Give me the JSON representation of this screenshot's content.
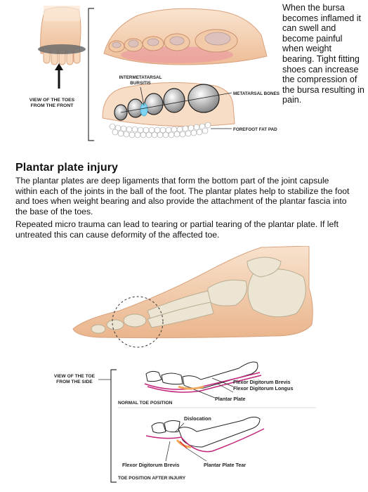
{
  "top_figure": {
    "view_label_line1": "VIEW OF THE TOES",
    "view_label_line2": "FROM THE FRONT",
    "intermetatarsal_line1": "INTERMETATARSAL",
    "intermetatarsal_line2": "BURSITIS",
    "metatarsal_bones": "METATARSAL BONES",
    "forefoot_fat_pad": "FOREFOOT FAT PAD"
  },
  "bursa_text": "When the bursa becomes inflamed it can swell and become painful when weight bearing. Tight fitting shoes can increase the compression of the bursa resulting in pain.",
  "section": {
    "title": "Plantar plate injury",
    "paragraph1": "The plantar plates are deep ligaments that form the bottom part of the joint capsule within each of the joints in the ball of the foot. The plantar plates help to stabilize the foot and toes when weight bearing and also provide the attachment of the plantar fascia into the base of the toes.",
    "paragraph2": "Repeated micro trauma can lead to tearing or partial tearing of the plantar plate. If left untreated this can cause deformity of the affected toe."
  },
  "bottom_figure": {
    "view_side_line1": "VIEW OF THE TOE",
    "view_side_line2": "FROM THE SIDE",
    "flexor_brevis": "Flexor Digitorum Brevis",
    "flexor_longus": "Flexor Digitorum Longus",
    "plantar_plate": "Plantar Plate",
    "normal_position": "NORMAL TOE POSITION",
    "dislocation": "Dislocation",
    "flexor_brevis_2": "Flexor Digitorum Brevis",
    "plantar_plate_tear": "Plantar Plate Tear",
    "after_injury": "TOE POSITION AFTER INJURY"
  },
  "colors": {
    "skin": "#f6d9bf",
    "skin_shadow": "#e9b58f",
    "bone": "#ece5d3",
    "inflamed": "#e98fa0",
    "bursa_blue": "#7fd3ee",
    "tendon_pink": "#c2257a",
    "plate_orange": "#f2a85c"
  }
}
